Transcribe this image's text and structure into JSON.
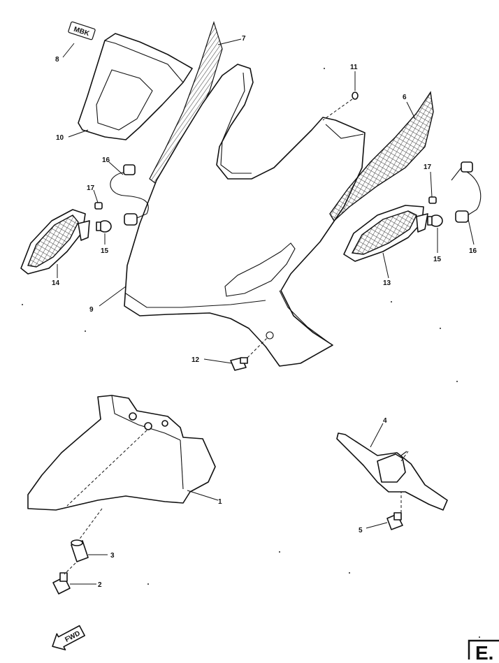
{
  "callouts": {
    "c1": "1",
    "c2": "2",
    "c3": "3",
    "c4": "4",
    "c5": "5",
    "c6": "6",
    "c7": "7",
    "c8": "8",
    "c9": "9",
    "c10": "10",
    "c11": "11",
    "c12": "12",
    "c13": "13",
    "c14": "14",
    "c15a": "15",
    "c15b": "15",
    "c16a": "16",
    "c16b": "16",
    "c17a": "17",
    "c17b": "17"
  },
  "label_tag": "MBK",
  "fwd_arrow": "FWD",
  "page_stamp": "E."
}
